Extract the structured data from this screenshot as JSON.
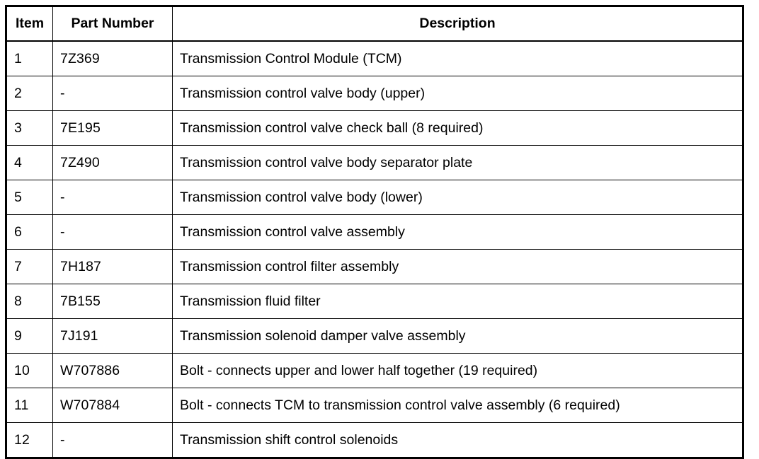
{
  "table": {
    "columns": [
      {
        "key": "item",
        "label": "Item",
        "align": "center"
      },
      {
        "key": "part_number",
        "label": "Part Number",
        "align": "center"
      },
      {
        "key": "description",
        "label": "Description",
        "align": "center"
      }
    ],
    "rows": [
      {
        "item": "1",
        "part_number": "7Z369",
        "description": "Transmission Control Module (TCM)"
      },
      {
        "item": "2",
        "part_number": "-",
        "description": "Transmission control valve body (upper)"
      },
      {
        "item": "3",
        "part_number": "7E195",
        "description": "Transmission control valve check ball (8 required)"
      },
      {
        "item": "4",
        "part_number": "7Z490",
        "description": "Transmission control valve body separator plate"
      },
      {
        "item": "5",
        "part_number": "-",
        "description": "Transmission control valve body (lower)"
      },
      {
        "item": "6",
        "part_number": "-",
        "description": "Transmission control valve assembly"
      },
      {
        "item": "7",
        "part_number": "7H187",
        "description": "Transmission control filter assembly"
      },
      {
        "item": "8",
        "part_number": "7B155",
        "description": "Transmission fluid filter"
      },
      {
        "item": "9",
        "part_number": "7J191",
        "description": "Transmission solenoid damper valve assembly"
      },
      {
        "item": "10",
        "part_number": "W707886",
        "description": "Bolt - connects upper and lower half together (19 required)"
      },
      {
        "item": "11",
        "part_number": "W707884",
        "description": "Bolt - connects TCM to transmission control valve assembly (6 required)"
      },
      {
        "item": "12",
        "part_number": "-",
        "description": "Transmission shift control solenoids"
      }
    ]
  },
  "colors": {
    "border": "#000000",
    "text": "#000000",
    "background": "#ffffff"
  }
}
